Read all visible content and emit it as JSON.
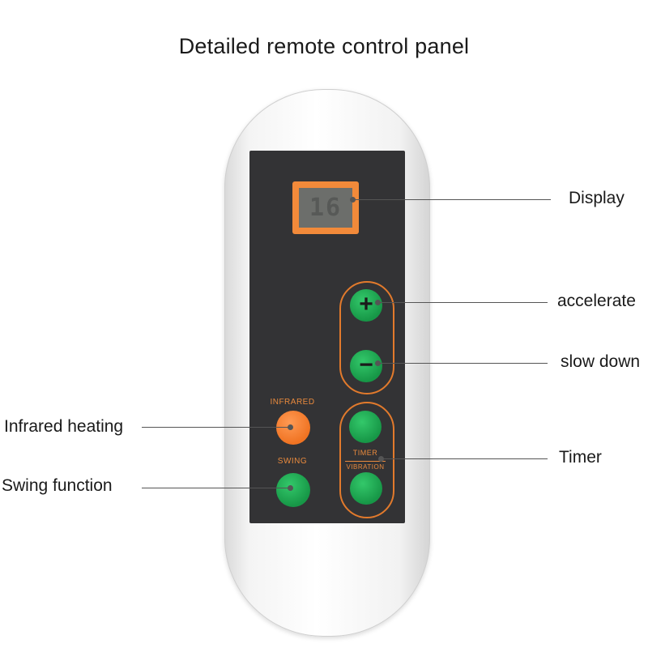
{
  "title": "Detailed remote control panel",
  "remote": {
    "display_value": "16",
    "infrared_label": "INFRARED",
    "swing_label": "SWING",
    "timer_label": "TIMER",
    "vibration_label": "VIBRATION",
    "plus_symbol": "+",
    "minus_symbol": "−"
  },
  "callouts": {
    "display": "Display",
    "accelerate": "accelerate",
    "slow_down": "slow down",
    "timer": "Timer",
    "infrared_heating": "Infrared heating",
    "swing_function": "Swing function"
  },
  "colors": {
    "button_green": "#1fa852",
    "button_orange": "#f47b2a",
    "panel": "#333335",
    "accent_outline": "#e27a2c"
  }
}
